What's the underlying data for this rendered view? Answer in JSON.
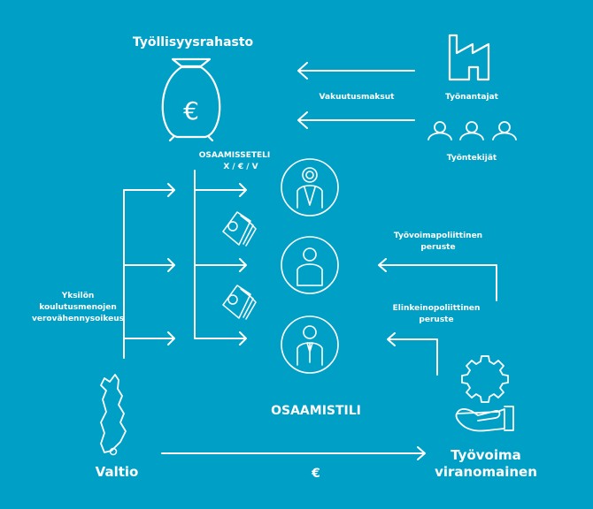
{
  "labels": {
    "fund": "Työllisyysrahasto",
    "premiums": "Vakuutusmaksut",
    "employers": "Työnantajat",
    "employees": "Työntekijät",
    "voucher_title": "OSAAMISSETELI",
    "voucher_sub": "X / € / V",
    "tax_line1": "Yksilön",
    "tax_line2": "koulutusmenojen",
    "tax_line3": "verovähennysoikeus",
    "labour_line1": "Työvoimapoliittinen",
    "labour_line2": "peruste",
    "industry_line1": "Elinkeinopoliittinen",
    "industry_line2": "peruste",
    "account": "OSAAMISTILI",
    "state": "Valtio",
    "euro": "€",
    "authority_line1": "Työvoima",
    "authority_line2": "viranomainen"
  },
  "icons": [
    "money-bag-icon",
    "factory-icon",
    "people-icon",
    "person-icon",
    "banknotes-icon",
    "finland-map-icon",
    "gear-icon",
    "hand-icon"
  ],
  "colors": {
    "background": "#00a0c6",
    "foreground": "#ffffff"
  }
}
